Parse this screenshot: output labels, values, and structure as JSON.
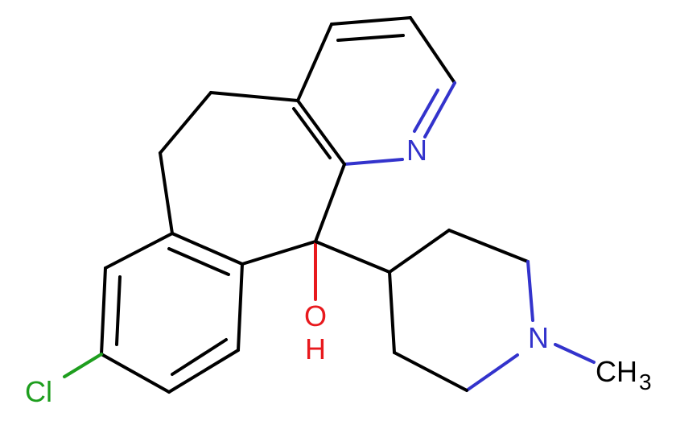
{
  "atoms": {
    "n_ring": {
      "text": "N",
      "color": "#3333cc"
    },
    "n_piperidine": {
      "text": "N",
      "color": "#3333cc"
    },
    "oh_o": {
      "text": "O",
      "color": "#e8191d"
    },
    "oh_h": {
      "text": "H",
      "color": "#e8191d"
    },
    "cl": {
      "text": "Cl",
      "color": "#1e9e1e"
    },
    "methyl_c": {
      "text": "CH",
      "color": "#000000"
    },
    "methyl_sub": {
      "text": "3",
      "color": "#000000"
    }
  },
  "colors": {
    "bond": "#000000",
    "nitrogen": "#3333cc",
    "oxygen": "#e8191d",
    "chlorine": "#1e9e1e",
    "background": "#ffffff"
  }
}
